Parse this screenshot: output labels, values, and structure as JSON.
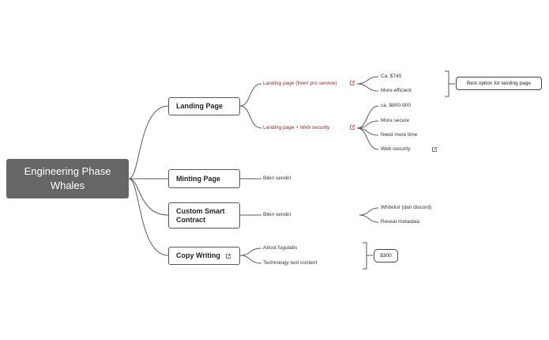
{
  "root": {
    "line1": "Engineering Phase",
    "line2": "Whales"
  },
  "branches": {
    "landing_page": "Landing Page",
    "minting_page": "Minting Page",
    "custom_smart_contract": {
      "line1": "Custom Smart",
      "line2": "Contract"
    },
    "copy_writing": "Copy Writing"
  },
  "landing": {
    "option1": "Landing page (fiverr pro service)",
    "option1_details": [
      "Ca. $745",
      "More efficient"
    ],
    "option1_summary": "Best option for landing page",
    "option2": "Landing page + Web security",
    "option2_details": [
      "ca. $800-900",
      "More secure",
      "Need more time",
      "Web security"
    ]
  },
  "minting": {
    "detail": "Bikin sendiri"
  },
  "contract": {
    "detail": "Bikin sendiri",
    "features": [
      "Whitelist (dari discord)",
      "Reveal metadata"
    ]
  },
  "copy": {
    "items": [
      "About fugulabs",
      "Technology text content"
    ],
    "summary": "$300"
  },
  "colors": {
    "root_bg": "#666666",
    "link_text": "#8a2b2b",
    "line": "#5a5a5a",
    "hyperlink_icon": "#c0392b"
  },
  "icons": {
    "hyperlink": "external-link-icon"
  }
}
